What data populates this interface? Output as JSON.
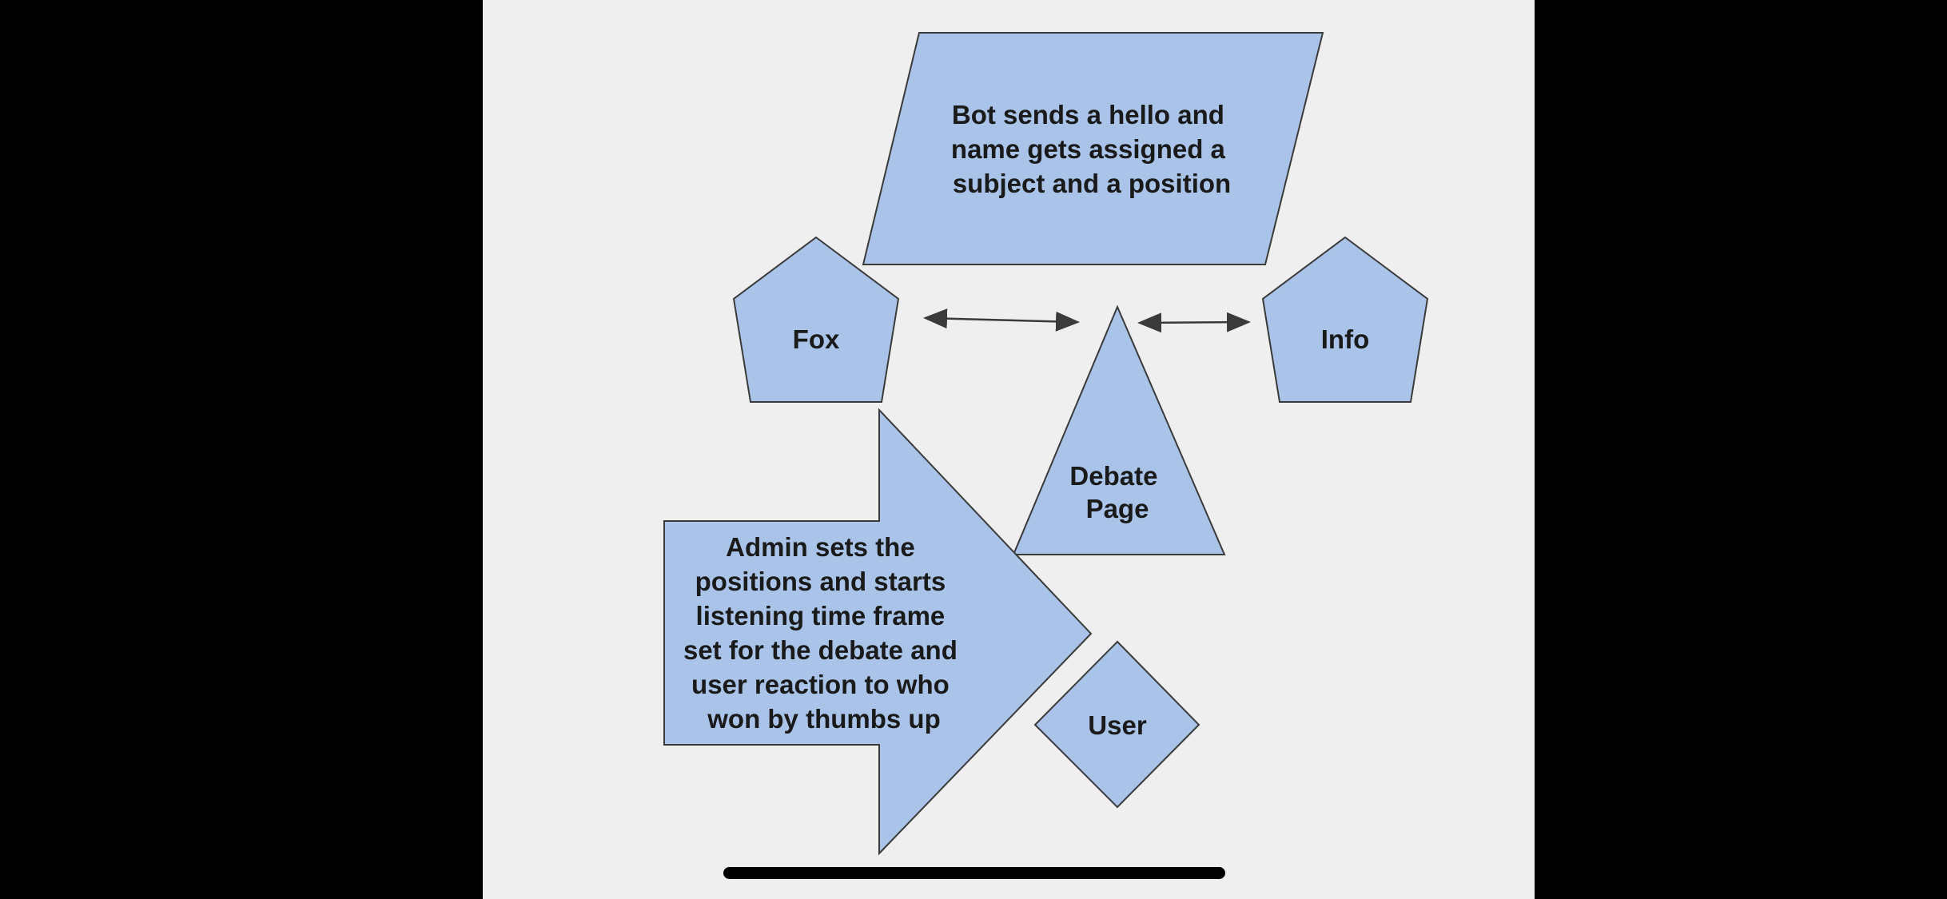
{
  "colors": {
    "background": "#000000",
    "slide": "#efefef",
    "shape_fill": "#a9c4e8",
    "shape_stroke": "#3a3a3a",
    "text": "#1a1a1a",
    "home_indicator": "#000000"
  },
  "diagram": {
    "parallelogram": {
      "lines": [
        "Bot sends a hello and",
        "name gets assigned a",
        "subject and a position"
      ]
    },
    "fox": {
      "lines": [
        "Fox"
      ]
    },
    "info": {
      "lines": [
        "Info"
      ]
    },
    "debate_page": {
      "lines": [
        "Debate",
        "Page"
      ]
    },
    "admin_arrow": {
      "lines": [
        "Admin sets the",
        "positions and starts",
        "listening time frame",
        "set for the debate and",
        "user reaction to who",
        "won by thumbs up"
      ]
    },
    "user": {
      "lines": [
        "User"
      ]
    }
  }
}
